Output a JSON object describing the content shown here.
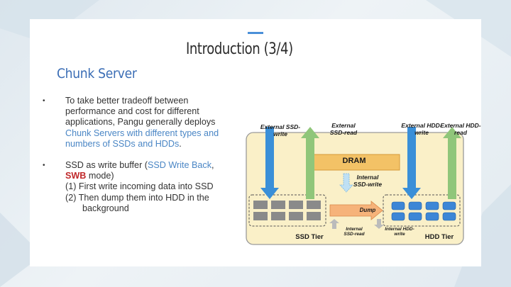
{
  "slide": {
    "title": "Introduction (3/4)",
    "subtitle": "Chunk Server"
  },
  "bullets": [
    {
      "text_a": "To take better tradeoff between performance and cost for different applications, Pangu generally deploys ",
      "highlight": "Chunk Servers with different types and numbers of SSDs and HDDs",
      "text_b": "."
    },
    {
      "text_a": "SSD as write buffer (",
      "highlight": "SSD Write Back",
      "sep": ", ",
      "red": "SWB",
      "text_b": " mode)",
      "line_1": "(1) First write incoming data into SSD",
      "line_2": "(2) Then dump them into HDD in the",
      "line_3": "background"
    }
  ],
  "diagram": {
    "external_ssd_write": "External SSD-write",
    "external_ssd_read": "External SSD-read",
    "external_hdd_write": "External HDD-write",
    "external_hdd_read": "External HDD-read",
    "dram": "DRAM",
    "internal_ssd_write": "Internal SSD-write",
    "dump": "Dump",
    "internal_ssd_read": "Internal SSD-read",
    "internal_hdd_write": "Internal HDD-write",
    "ssd_tier": "SSD Tier",
    "hdd_tier": "HDD Tier",
    "colors": {
      "blue_arrow": "#3a8fd8",
      "green_arrow": "#90c67a",
      "dram_fill": "#f3c266",
      "panel_fill": "#faf0c8",
      "dump_fill": "#f6b37a",
      "hdd_fill": "#3d86d6"
    }
  }
}
